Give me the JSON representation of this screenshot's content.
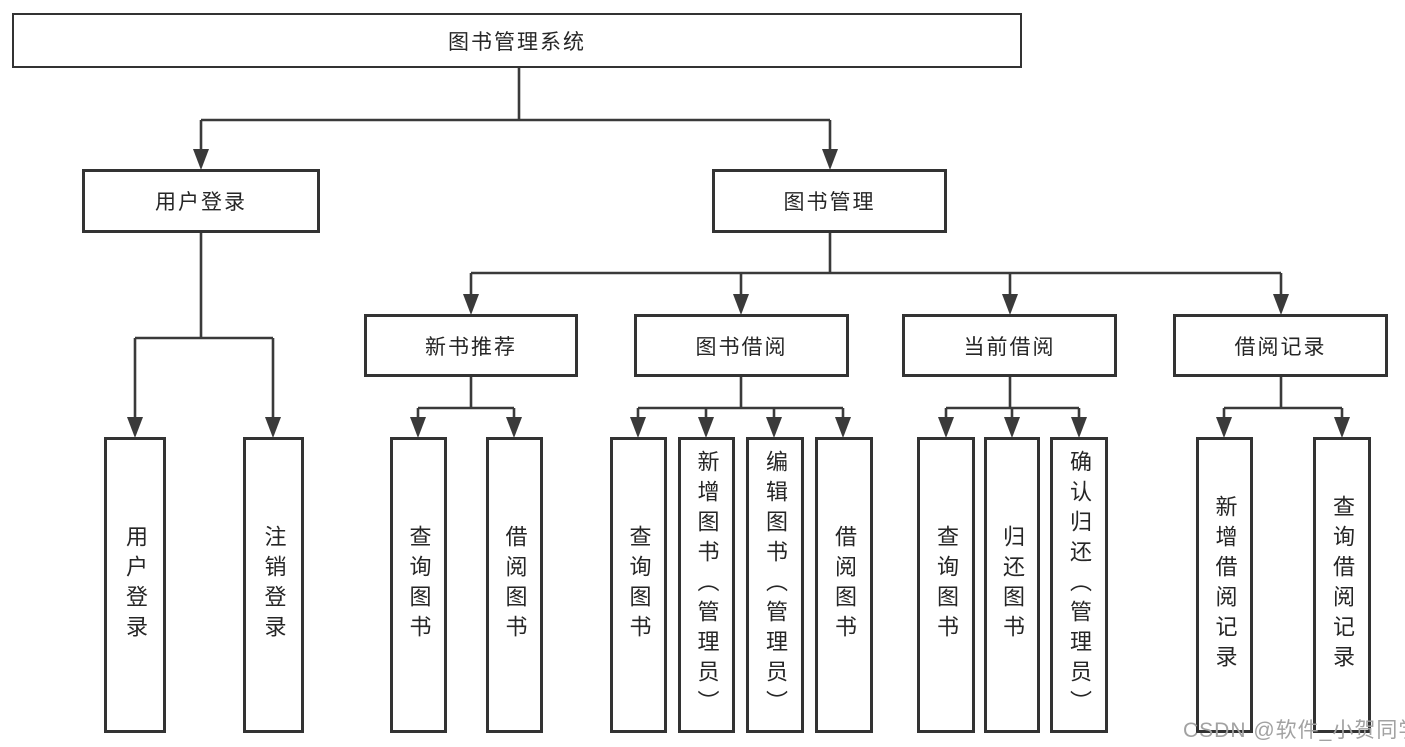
{
  "diagram": {
    "root": {
      "label": "图书管理系统"
    },
    "level2": {
      "user_login": {
        "label": "用户登录"
      },
      "book_mgmt": {
        "label": "图书管理"
      }
    },
    "level3": {
      "new_books": {
        "label": "新书推荐"
      },
      "book_borrow": {
        "label": "图书借阅"
      },
      "current_borrow": {
        "label": "当前借阅"
      },
      "borrow_records": {
        "label": "借阅记录"
      }
    },
    "leaves": {
      "login": {
        "label": "用户登录"
      },
      "logout": {
        "label": "注销登录"
      },
      "nb_query": {
        "label": "查询图书"
      },
      "nb_borrow": {
        "label": "借阅图书"
      },
      "bb_query": {
        "label": "查询图书"
      },
      "bb_add": {
        "label": "新增图书（管理员）"
      },
      "bb_edit": {
        "label": "编辑图书（管理员）"
      },
      "bb_borrow": {
        "label": "借阅图书"
      },
      "cb_query": {
        "label": "查询图书"
      },
      "cb_return": {
        "label": "归还图书"
      },
      "cb_confirm": {
        "label": "确认归还（管理员）"
      },
      "br_add": {
        "label": "新增借阅记录"
      },
      "br_query": {
        "label": "查询借阅记录"
      }
    },
    "watermark": "CSDN @软件_小贺同学",
    "colors": {
      "line": "#3a3a3a",
      "border": "#333333",
      "text": "#262626",
      "watermark": "#a2a2a2",
      "background": "#ffffff"
    }
  }
}
